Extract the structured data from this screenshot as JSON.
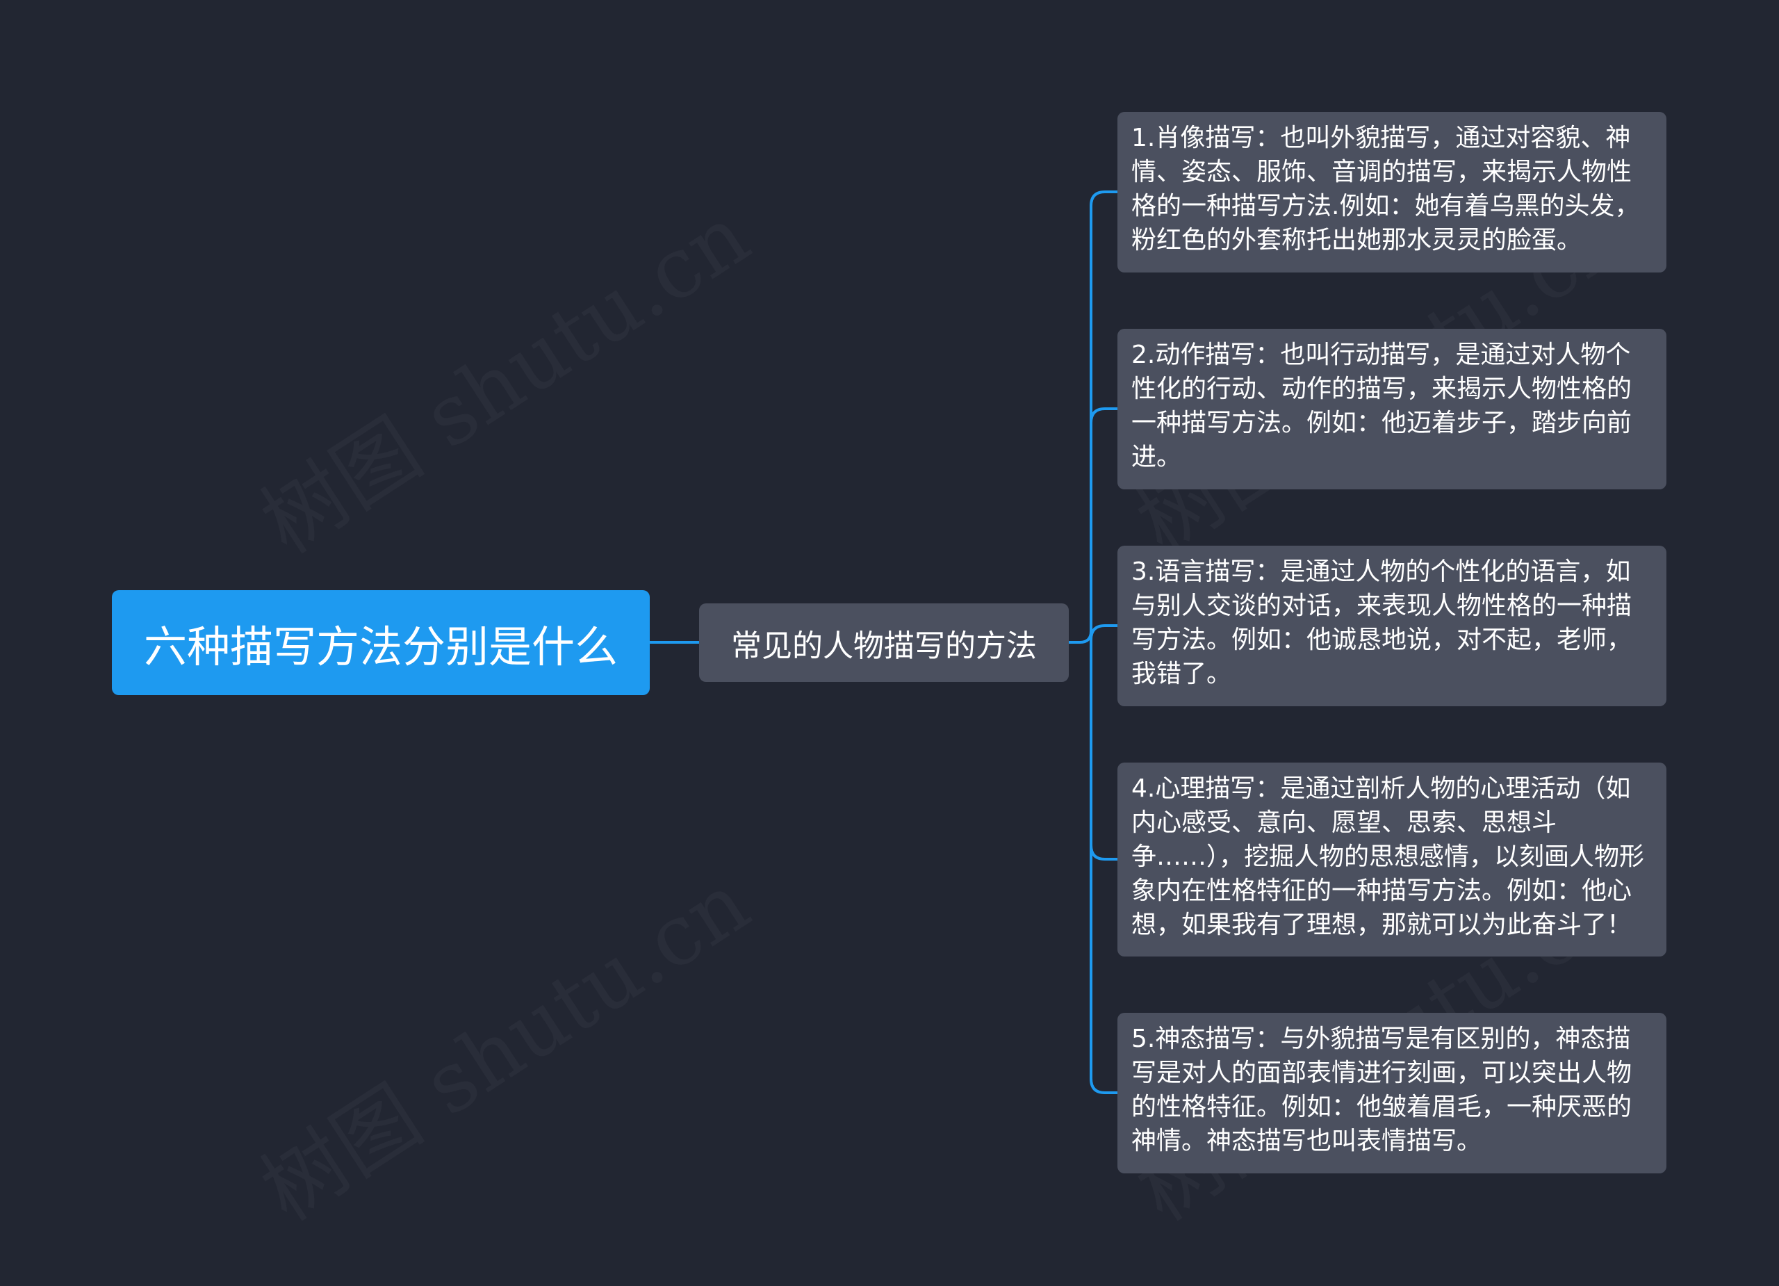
{
  "colors": {
    "background": "#222632",
    "root_fill": "#1e9af0",
    "node_fill": "#4b505f",
    "connector": "#1e9af0",
    "text": "#ffffff"
  },
  "watermark": "树图 shutu.cn",
  "root": {
    "label": "六种描写方法分别是什么"
  },
  "branch": {
    "label": "常见的人物描写的方法",
    "children": [
      "1.肖像描写：也叫外貌描写，通过对容貌、神情、姿态、服饰、音调的描写，来揭示人物性格的一种描写方法.例如：她有着乌黑的头发，粉红色的外套称托出她那水灵灵的脸蛋。",
      "2.动作描写：也叫行动描写，是通过对人物个性化的行动、动作的描写，来揭示人物性格的一种描写方法。例如：他迈着步子，踏步向前进。",
      "3.语言描写：是通过人物的个性化的语言，如与别人交谈的对话，来表现人物性格的一种描写方法。例如：他诚恳地说，对不起，老师，我错了。",
      "4.心理描写：是通过剖析人物的心理活动（如内心感受、意向、愿望、思索、思想斗争……），挖掘人物的思想感情，以刻画人物形象内在性格特征的一种描写方法。例如：他心想，如果我有了理想，那就可以为此奋斗了！",
      "5.神态描写：与外貌描写是有区别的，神态描写是对人的面部表情进行刻画，可以突出人物的性格特征。例如：他皱着眉毛，一种厌恶的神情。神态描写也叫表情描写。"
    ]
  }
}
